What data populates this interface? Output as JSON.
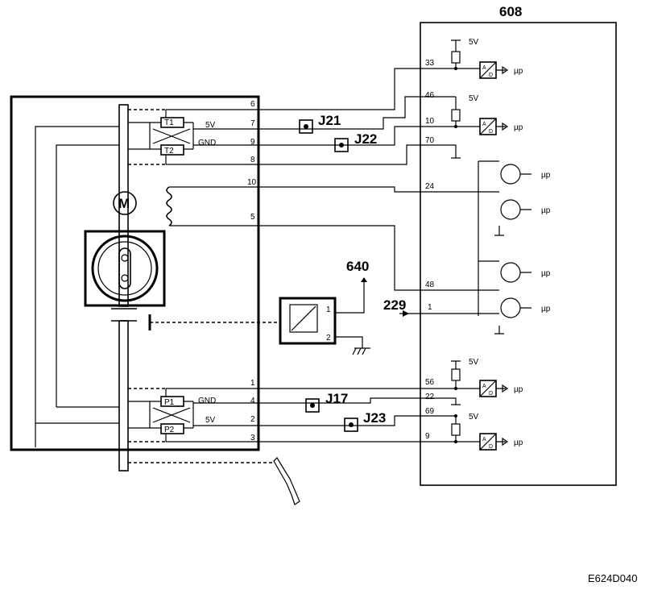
{
  "module_608": {
    "label": "608"
  },
  "component_640": {
    "label": "640"
  },
  "signal_229": {
    "label": "229"
  },
  "connectors": {
    "j21": "J21",
    "j22": "J22",
    "j17": "J17",
    "j23": "J23"
  },
  "actuator": {
    "motor": "M",
    "sensors": [
      "T1",
      "T2",
      "P1",
      "P2"
    ],
    "pins": [
      "6",
      "7",
      "9",
      "8",
      "10",
      "5",
      "1",
      "4",
      "2",
      "3"
    ],
    "supply_labels": {
      "t_5v": "5V",
      "t_gnd": "GND",
      "p_gnd": "GND",
      "p_5v": "5V"
    }
  },
  "relay_pins": [
    "1",
    "2"
  ],
  "ecu_pins": [
    "33",
    "46",
    "10",
    "70",
    "24",
    "48",
    "1",
    "56",
    "22",
    "69",
    "9"
  ],
  "ecu_labels": {
    "v5": "5V",
    "up": "µp",
    "adc_a": "A",
    "adc_d": "D"
  },
  "figure_code": "E624D040"
}
